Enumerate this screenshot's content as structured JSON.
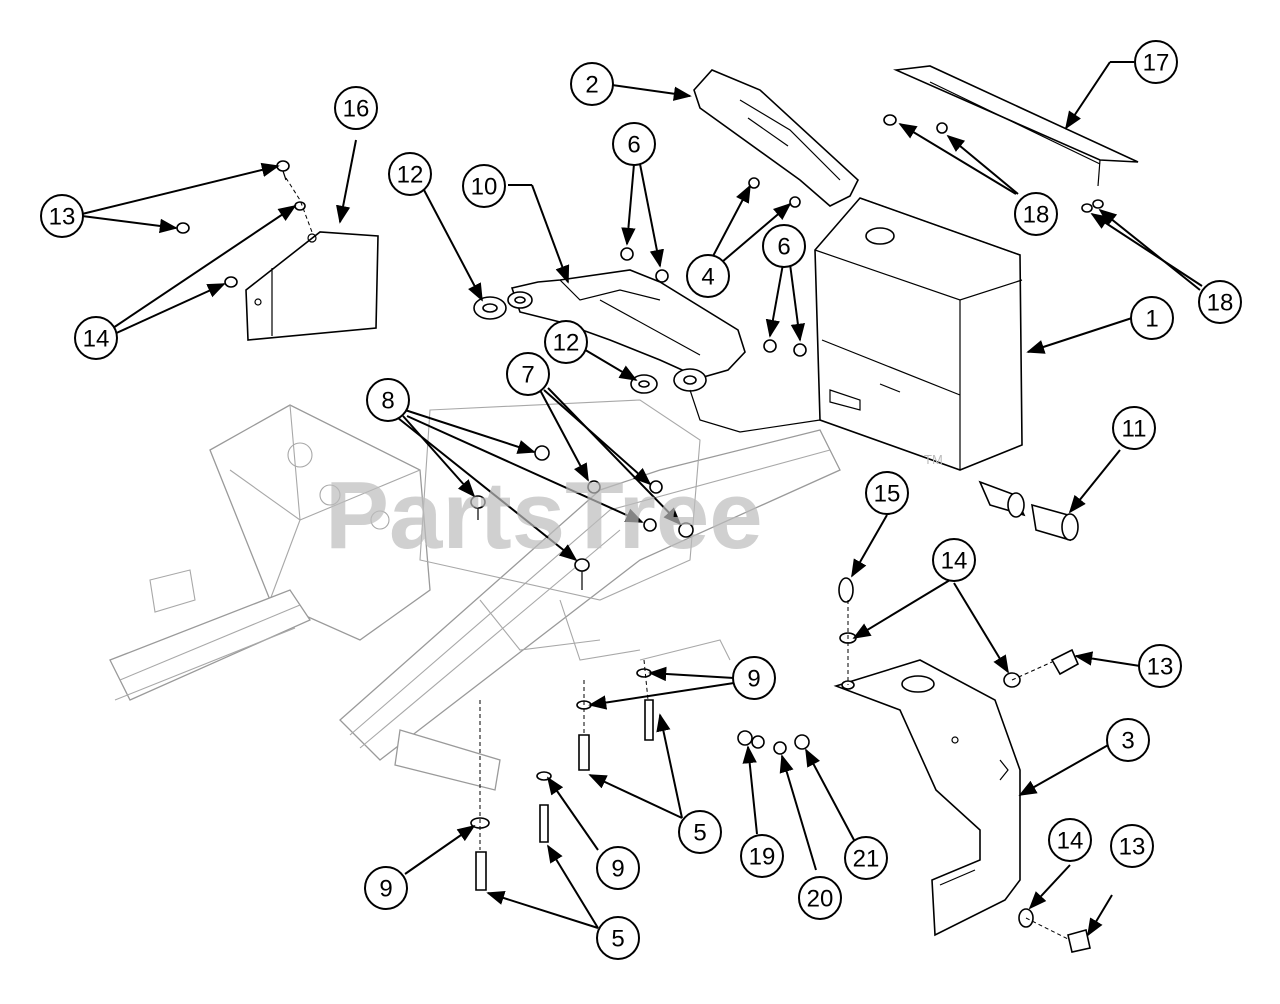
{
  "diagram": {
    "watermark": "PartsTree",
    "trademark": "TM",
    "callouts": [
      {
        "id": "c1",
        "label": "1"
      },
      {
        "id": "c2",
        "label": "2"
      },
      {
        "id": "c3",
        "label": "3"
      },
      {
        "id": "c4",
        "label": "4"
      },
      {
        "id": "c5a",
        "label": "5"
      },
      {
        "id": "c5b",
        "label": "5"
      },
      {
        "id": "c6a",
        "label": "6"
      },
      {
        "id": "c6b",
        "label": "6"
      },
      {
        "id": "c7",
        "label": "7"
      },
      {
        "id": "c8",
        "label": "8"
      },
      {
        "id": "c9a",
        "label": "9"
      },
      {
        "id": "c9b",
        "label": "9"
      },
      {
        "id": "c9c",
        "label": "9"
      },
      {
        "id": "c10",
        "label": "10"
      },
      {
        "id": "c11",
        "label": "11"
      },
      {
        "id": "c12a",
        "label": "12"
      },
      {
        "id": "c12b",
        "label": "12"
      },
      {
        "id": "c13a",
        "label": "13"
      },
      {
        "id": "c13b",
        "label": "13"
      },
      {
        "id": "c13c",
        "label": "13"
      },
      {
        "id": "c14a",
        "label": "14"
      },
      {
        "id": "c14b",
        "label": "14"
      },
      {
        "id": "c14c",
        "label": "14"
      },
      {
        "id": "c15",
        "label": "15"
      },
      {
        "id": "c16",
        "label": "16"
      },
      {
        "id": "c17",
        "label": "17"
      },
      {
        "id": "c18a",
        "label": "18"
      },
      {
        "id": "c18b",
        "label": "18"
      },
      {
        "id": "c19",
        "label": "19"
      },
      {
        "id": "c20",
        "label": "20"
      },
      {
        "id": "c21",
        "label": "21"
      }
    ]
  }
}
